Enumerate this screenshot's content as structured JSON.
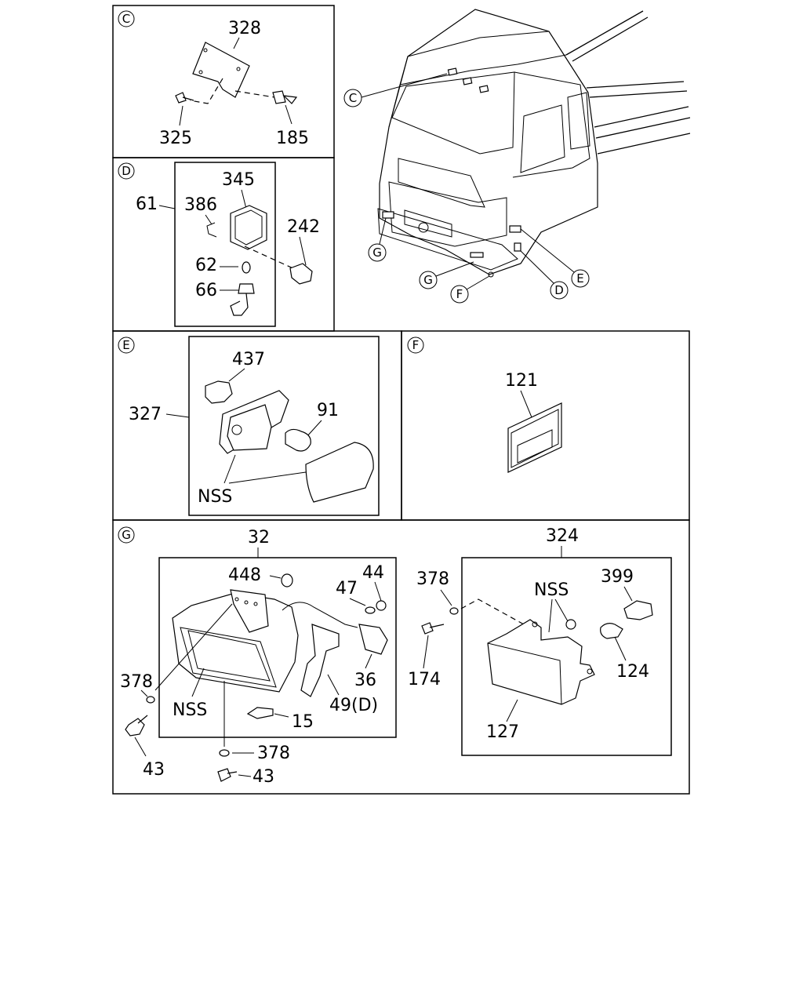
{
  "sections": {
    "C": {
      "letter": "C",
      "labels": {
        "l328": "328",
        "l325": "325",
        "l185": "185"
      }
    },
    "D": {
      "letter": "D",
      "labels": {
        "l61": "61",
        "l345": "345",
        "l386": "386",
        "l242": "242",
        "l62": "62",
        "l66": "66"
      }
    },
    "E": {
      "letter": "E",
      "labels": {
        "l437": "437",
        "l327": "327",
        "l91": "91",
        "nss": "NSS"
      }
    },
    "F": {
      "letter": "F",
      "labels": {
        "l121": "121"
      }
    },
    "G": {
      "letter": "G",
      "labels": {
        "l32": "32",
        "l448": "448",
        "l44": "44",
        "l47": "47",
        "l36": "36",
        "l49d": "49(D)",
        "l15": "15",
        "l378a": "378",
        "l43a": "43",
        "l378b": "378",
        "l43b": "43",
        "nss": "NSS",
        "l324": "324",
        "l378c": "378",
        "l399": "399",
        "nss2": "NSS",
        "l124": "124",
        "l174": "174",
        "l127": "127"
      }
    }
  },
  "truck_callouts": {
    "c": "C",
    "g1": "G",
    "g2": "G",
    "f": "F",
    "d": "D",
    "e": "E"
  }
}
